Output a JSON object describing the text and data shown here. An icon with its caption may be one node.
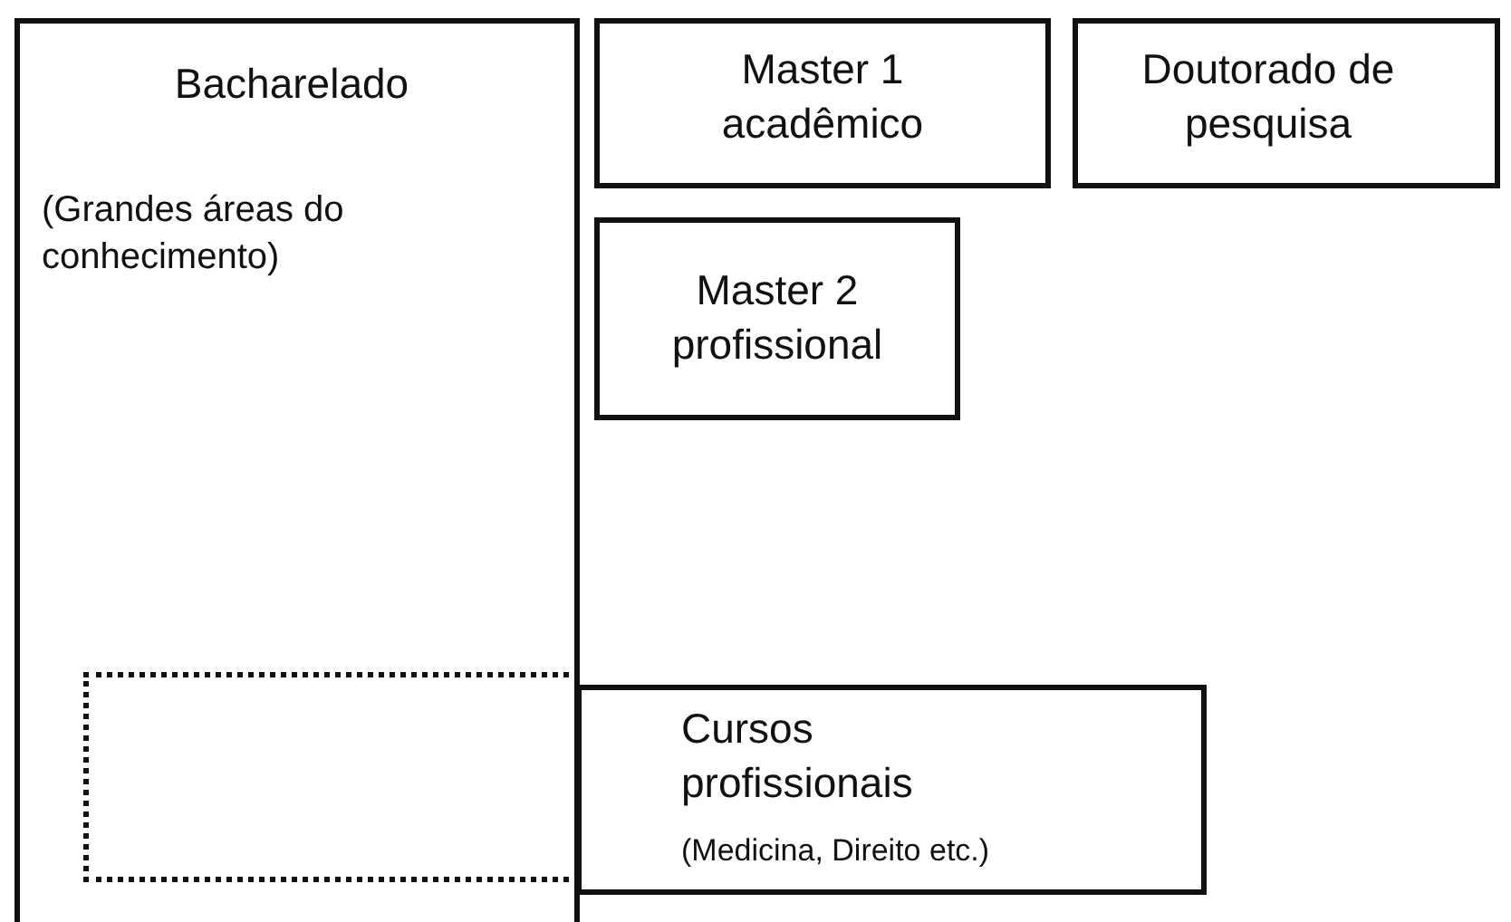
{
  "diagram": {
    "nodes": [
      {
        "text": [
          "Bacharelado",
          "(Grandes áreas do conhecimento)"
        ]
      },
      {
        "text": [
          "Master 1 acadêmico"
        ]
      },
      {
        "text": [
          "Doutorado de pesquisa"
        ]
      },
      {
        "text": [
          "Master 2 profissional"
        ]
      },
      {
        "text": [],
        "shape": "box",
        "in": 0
      },
      {
        "text": [
          "Cursos profissionais",
          "(Medicina, Direito etc.)"
        ]
      }
    ]
  }
}
